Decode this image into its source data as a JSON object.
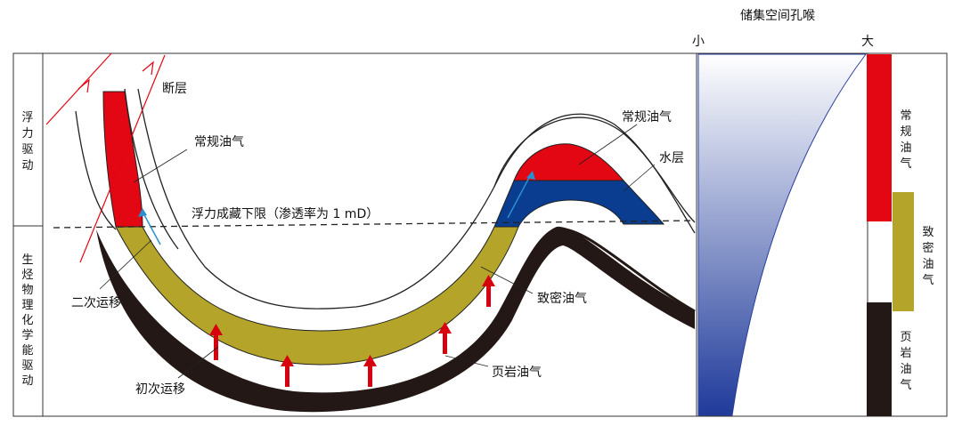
{
  "side_labels": {
    "buoyancy_drive": [
      "浮",
      "力",
      "驱",
      "动"
    ],
    "biochem_drive": [
      "生",
      "烃",
      "物",
      "理",
      "化",
      "学",
      "能",
      "驱",
      "动"
    ]
  },
  "labels": {
    "fault": "断层",
    "conventional_left": "常规油气",
    "conventional_right": "常规油气",
    "water_layer": "水层",
    "buoyancy_limit": "浮力成藏下限（渗透率为 1 mD）",
    "secondary_migration": "二次运移",
    "tight_oil_gas": "致密油气",
    "primary_migration": "初次运移",
    "shale_oil_gas": "页岩油气"
  },
  "pore_panel": {
    "title": "储集空间孔喉",
    "small": "小",
    "large": "大"
  },
  "legend": [
    {
      "label": [
        "常",
        "规",
        "油",
        "气"
      ],
      "color": "#e30613"
    },
    {
      "label": [
        "致",
        "密",
        "油",
        "气"
      ],
      "color": "#b5a42a"
    },
    {
      "label": [
        "页",
        "岩",
        "油",
        "气"
      ],
      "color": "#231815"
    }
  ],
  "colors": {
    "conventional": "#e30613",
    "tight": "#b5a42a",
    "shale": "#231815",
    "water": "#0a3d8f",
    "gradient_top": "#ffffff",
    "gradient_bottom": "#1f3a9a",
    "arrow_red": "#d7000f",
    "arrow_blue": "#2a8fd0"
  }
}
